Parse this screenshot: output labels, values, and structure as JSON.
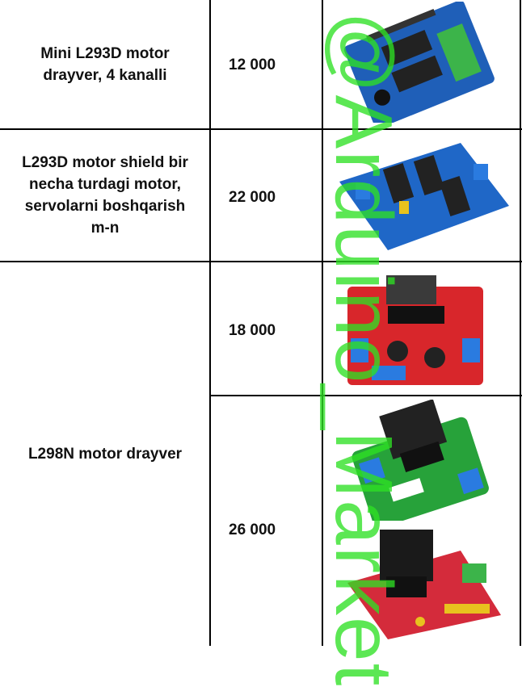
{
  "rows": [
    {
      "name_lines": [
        "Mini L293D motor",
        "drayver, 4 kanalli"
      ],
      "price": "12 000"
    },
    {
      "name_lines": [
        "L293D motor shield bir",
        "necha turdagi motor,",
        "servolarni boshqarish",
        "m-n"
      ],
      "price": "22 000"
    },
    {
      "name_lines": [
        "L298N motor drayver"
      ],
      "prices": [
        "18 000",
        "26 000"
      ]
    }
  ],
  "watermark": "@Arduino_Market",
  "colors": {
    "watermark": "#2ee024",
    "grid": "#000000"
  },
  "images": [
    "mini-l293d-board-blue",
    "l293d-motor-shield-blue",
    "l298n-board-red",
    "l298n-board-green",
    "l298n-board-red-heatsink"
  ]
}
